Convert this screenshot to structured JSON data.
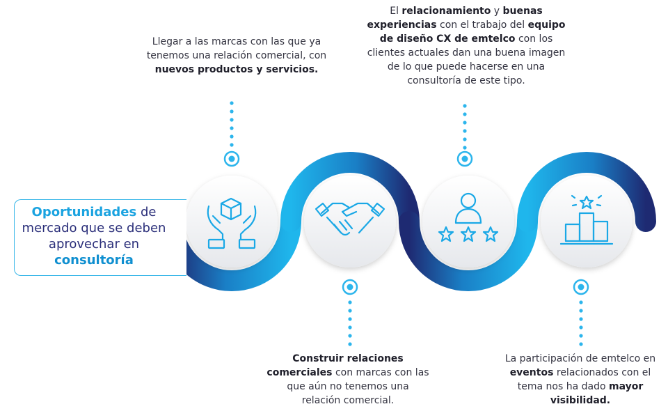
{
  "title": {
    "part1": "Oportunidades",
    "part2": " de mercado que se deben aprovechar en ",
    "part3": "consultoría"
  },
  "steps": [
    {
      "icon": "open-hands-box-icon",
      "position": "top",
      "t1": "Llegar a las marcas con las que ya tenemos una relación comercial, con ",
      "b1": "nuevos productos y servicios."
    },
    {
      "icon": "handshake-icon",
      "position": "bottom",
      "b1": "Construir relaciones comerciales",
      "t1": " con marcas con las que aún no tenemos una relación comercial."
    },
    {
      "icon": "user-rating-stars-icon",
      "position": "top",
      "t1": "El ",
      "b1": "relacionamiento",
      "t2": " y ",
      "b2": "buenas experiencias",
      "t3": " con el trabajo del ",
      "b3": "equipo de diseño CX de emtelco",
      "t4": " con los clientes actuales dan una buena imagen de lo que puede hacerse en una consultoría de este tipo."
    },
    {
      "icon": "podium-star-icon",
      "position": "bottom",
      "t1": "La participación de emtelco en ",
      "b1": "eventos",
      "t2": " relacionados con el tema nos ha dado ",
      "b2": "mayor visibilidad."
    }
  ],
  "colors": {
    "light_blue": "#1fb3ea",
    "dark_blue": "#1e2a72",
    "icon_blue": "#1aa8e6",
    "dot_blue": "#2cb5ec"
  }
}
